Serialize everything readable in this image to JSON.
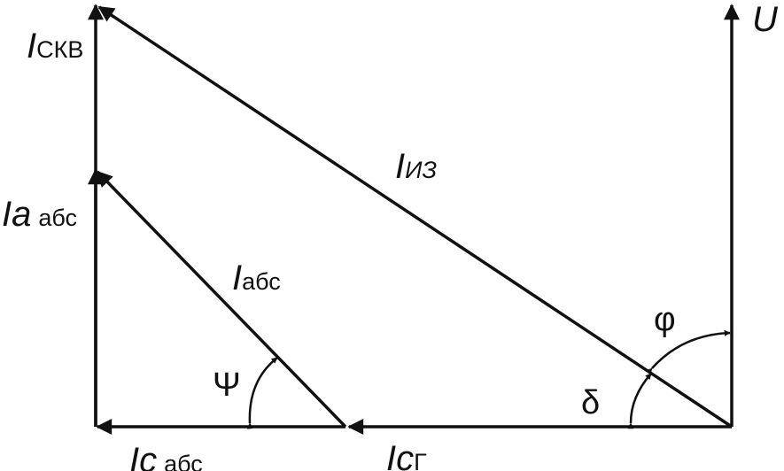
{
  "labels": {
    "i_skv": {
      "main": "I",
      "sub": "СКВ"
    },
    "i_iz": {
      "main": "I",
      "sub": "ИЗ"
    },
    "i_a_abs": {
      "main": "I",
      "mid": "a",
      "sub": "абс"
    },
    "i_abs": {
      "main": "I",
      "sub": "абс"
    },
    "i_c_abs": {
      "main": "I",
      "mid": "c",
      "sub": "абс"
    },
    "i_cg": {
      "main": "I",
      "mid": "c",
      "sub": "Г"
    },
    "u": "U",
    "psi": "Ψ",
    "phi": "φ",
    "delta": "δ"
  },
  "colors": {
    "stroke": "#111111",
    "background": "#ffffff"
  }
}
